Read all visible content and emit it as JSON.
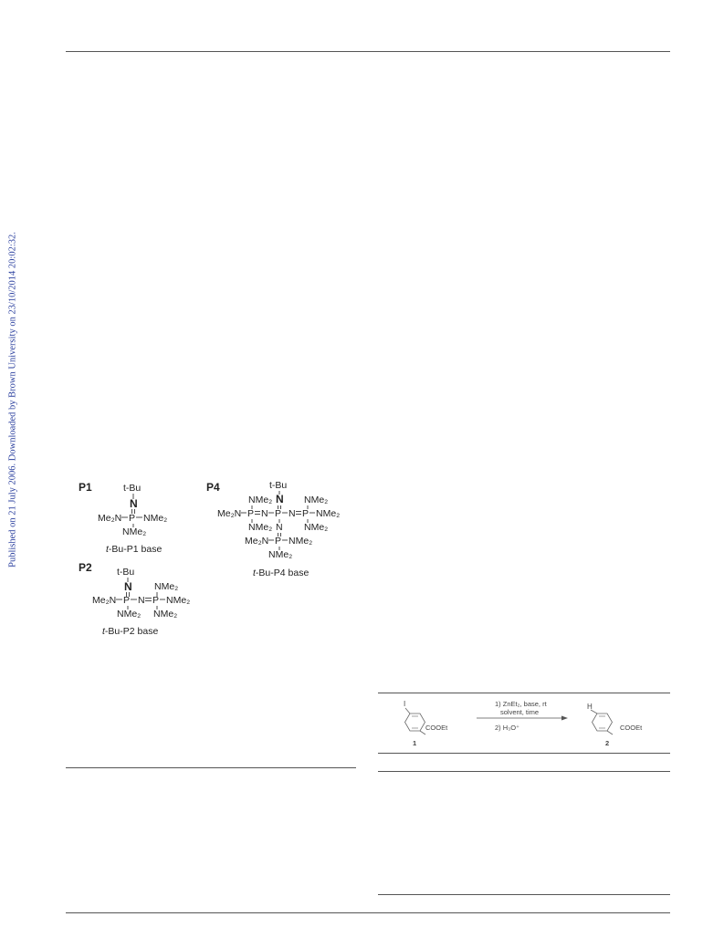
{
  "sidebar": {
    "download_notice": "Published on 21 July 2006. Downloaded by Brown University on 23/10/2014 20:02:32."
  },
  "figure": {
    "p1": {
      "label": "P1",
      "tbu": "t-Bu",
      "n": "N",
      "left": "Me₂N",
      "p": "P",
      "right": "NMe₂",
      "bottom": "NMe₂",
      "caption_italic": "t",
      "caption_rest": "-Bu-P1 base"
    },
    "p2": {
      "label": "P2",
      "tbu": "t-Bu",
      "n": "N",
      "left": "Me₂N",
      "p": "P",
      "mid": "N",
      "p2": "P",
      "top_right": "NMe₂",
      "right": "NMe₂",
      "bottom_left": "NMe₂",
      "bottom_right": "NMe₂",
      "caption_italic": "t",
      "caption_rest": "-Bu-P2 base"
    },
    "p4": {
      "label": "P4",
      "tbu": "t-Bu",
      "n": "N",
      "row1_left": "NMe₂",
      "row1_right": "NMe₂",
      "row2_left": "Me₂N",
      "p_a": "P",
      "n_a": "N",
      "p_center": "P",
      "n_b": "N",
      "p_b": "P",
      "row2_right": "NMe₂",
      "row3_left": "NMe₂",
      "row3_n": "N",
      "row3_right": "NMe₂",
      "row4_left": "Me₂N",
      "p_c": "P",
      "row4_right": "NMe₂",
      "row5": "NMe₂",
      "caption_italic": "t",
      "caption_rest": "-Bu-P4 base"
    }
  },
  "scheme": {
    "substituent_start": "I",
    "substituent_product": "H",
    "ester": "COOEt",
    "label_start": "1",
    "label_product": "2",
    "step1": "1) ZnEt₂, base, rt",
    "step1b": "solvent, time",
    "step2": "2) H₃O⁺"
  }
}
